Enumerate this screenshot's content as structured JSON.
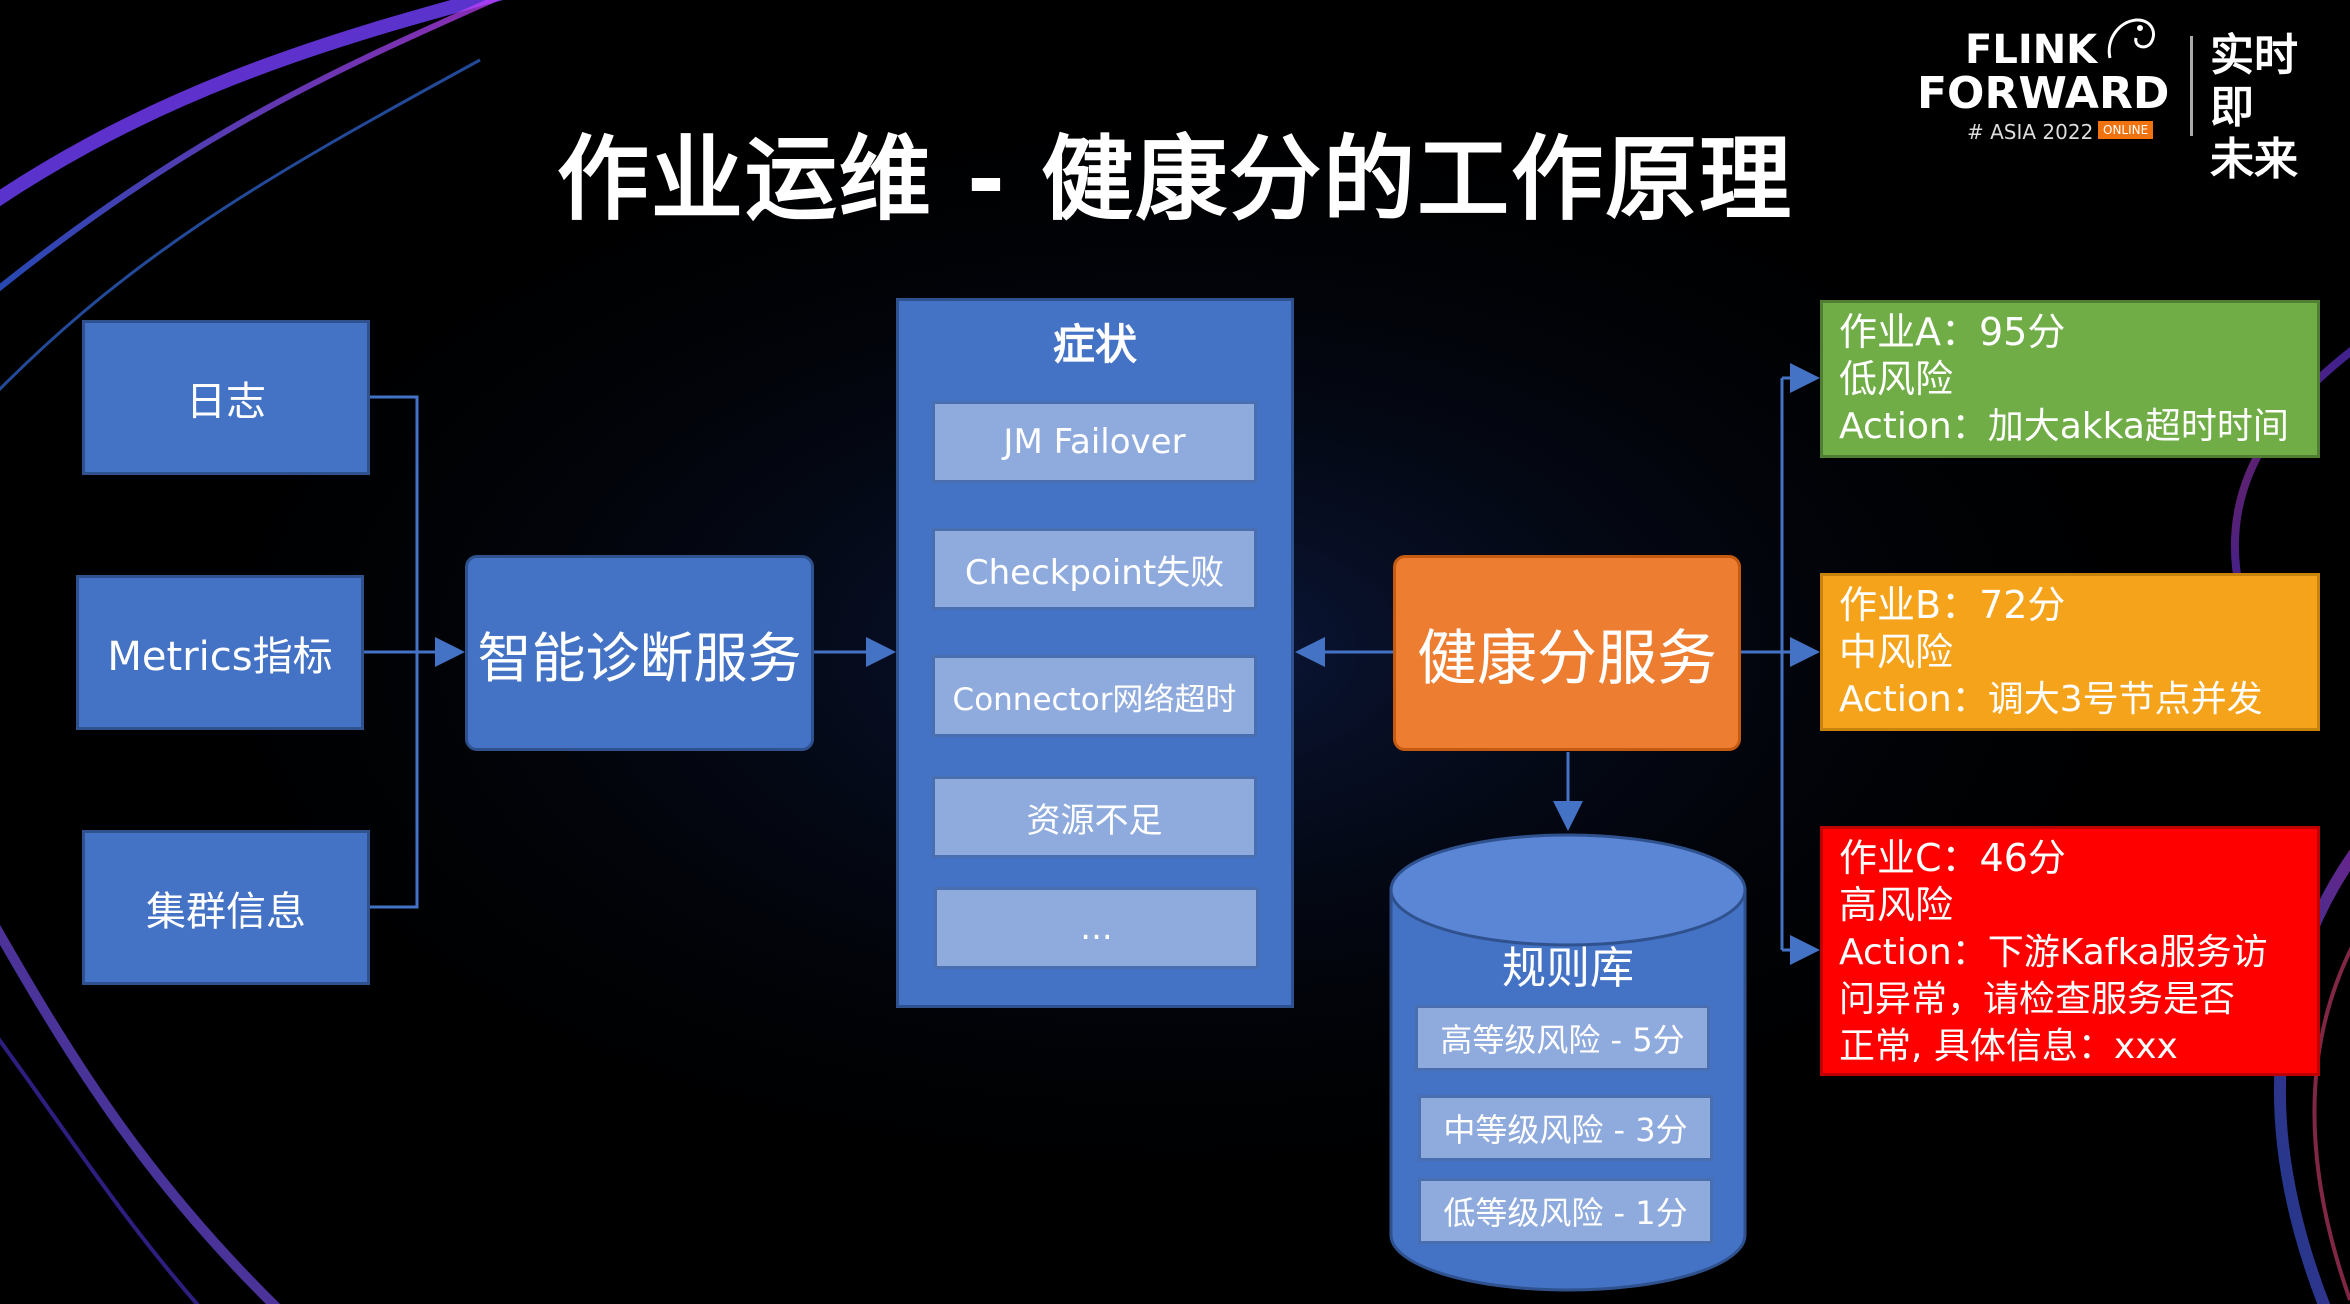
{
  "title": "作业运维 - 健康分的工作原理",
  "logo": {
    "brand_line1": "FLINK",
    "brand_line2": "FORWARD",
    "event": "# ASIA 2022",
    "badge": "ONLINE",
    "slogan_line1": "实时即",
    "slogan_line2": "未来"
  },
  "sources": [
    "日志",
    "Metrics指标",
    "集群信息"
  ],
  "diagnosis_service": "智能诊断服务",
  "symptoms": {
    "header": "症状",
    "items": [
      "JM Failover",
      "Checkpoint失败",
      "Connector网络超时",
      "资源不足",
      "..."
    ]
  },
  "health_service": "健康分服务",
  "rule_base": {
    "header": "规则库",
    "items": [
      "高等级风险 - 5分",
      "中等级风险 - 3分",
      "低等级风险 - 1分"
    ]
  },
  "jobs": [
    {
      "score_line": "作业A：95分",
      "risk": "低风险",
      "action": "Action：加大akka超时时间",
      "color": "#70ad47"
    },
    {
      "score_line": "作业B：72分",
      "risk": "中风险",
      "action": "Action：调大3号节点并发",
      "color": "#f5a31a"
    },
    {
      "score_line": "作业C：46分",
      "risk": "高风险",
      "action_lines": [
        "Action：下游Kafka服务访",
        "问异常，请检查服务是否",
        "正常, 具体信息：xxx"
      ],
      "color": "#ff0000"
    }
  ],
  "colors": {
    "box_blue": "#4472c4",
    "inner_box": "#8faadc",
    "health_orange": "#ed7d31",
    "connector": "#4472c4"
  }
}
